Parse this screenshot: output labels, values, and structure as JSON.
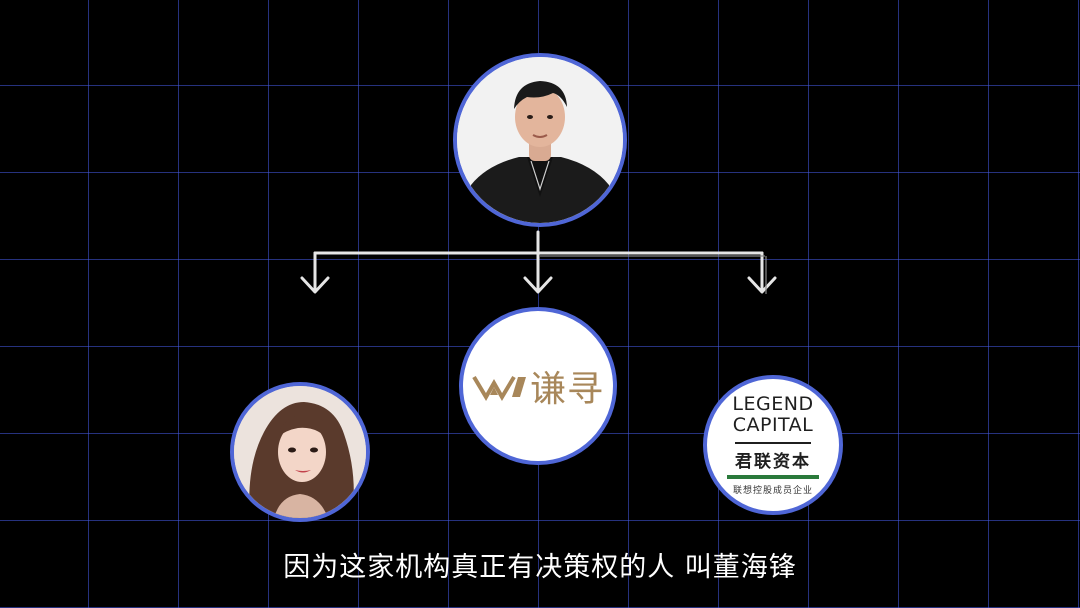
{
  "org_chart": {
    "root": {
      "name": "top-person",
      "icon": "person-avatar-man"
    },
    "children": [
      {
        "name": "woman",
        "icon": "person-avatar-woman"
      },
      {
        "name": "qianxun",
        "logo_text": "谦寻",
        "icon": "qianxun-logo"
      },
      {
        "name": "legend-capital",
        "logo_line1": "LEGEND",
        "logo_line2": "CAPITAL",
        "logo_cn": "君联资本",
        "logo_sub": "联想控股成员企业",
        "icon": "legend-capital-logo"
      }
    ],
    "colors": {
      "grid": "#4656e6",
      "ring": "#4f66d6",
      "connector": "#e6e6e6",
      "logo_gold": "#a8875a",
      "logo_green": "#2a7a3b"
    }
  },
  "subtitle": {
    "text": "因为这家机构真正有决策权的人 叫董海锋"
  }
}
